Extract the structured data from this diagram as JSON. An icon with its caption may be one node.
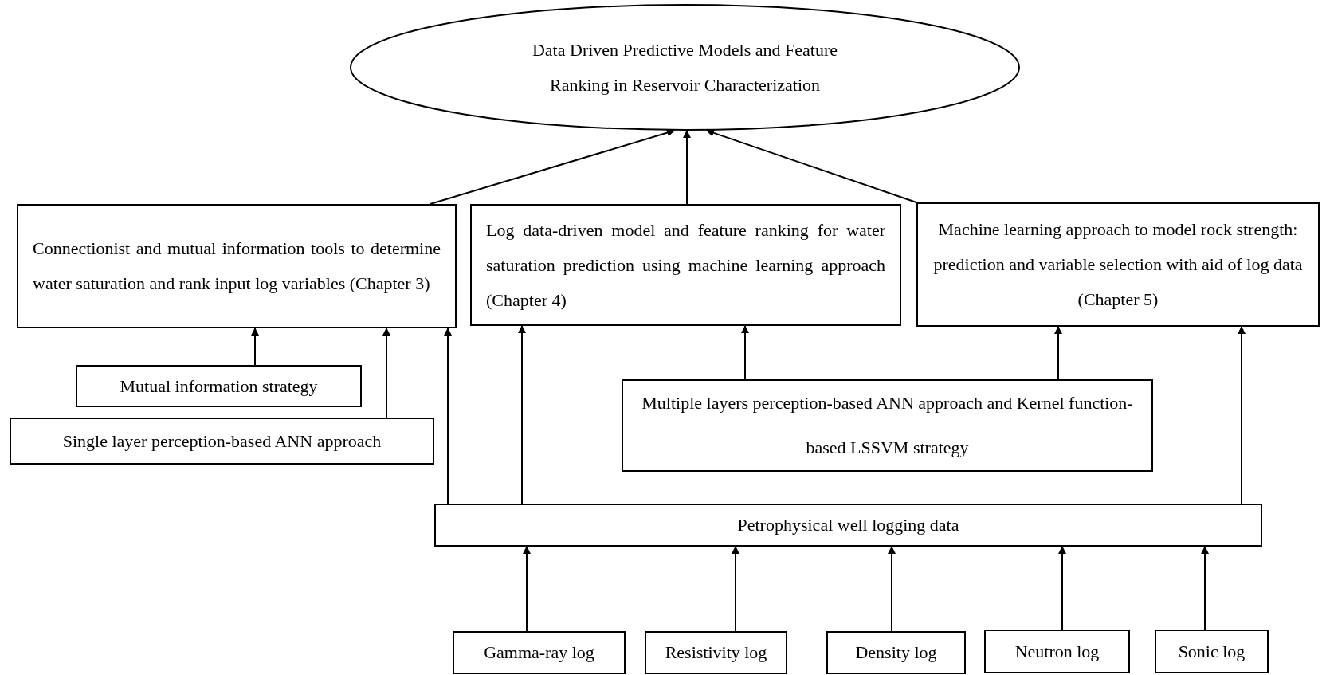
{
  "diagram": {
    "nodes": [
      {
        "text": [
          "Data Driven Predictive Models and Feature Ranking in Reservoir Characterization"
        ]
      },
      {
        "text": [
          "Connectionist and mutual information tools to determine water saturation and rank input log variables (Chapter 3)"
        ]
      },
      {
        "text": [
          "Log data-driven model and feature ranking for water saturation prediction using machine learning approach (Chapter 4)"
        ]
      },
      {
        "text": [
          "Machine learning approach to model rock strength: prediction and variable selection with aid of log data (Chapter 5)"
        ]
      },
      {
        "text": [
          "Mutual information strategy"
        ]
      },
      {
        "text": [
          "Single layer perception-based ANN approach"
        ]
      },
      {
        "text": [
          "Multiple layers perception-based ANN approach and Kernel function-based LSSVM strategy"
        ]
      },
      {
        "text": [
          "Petrophysical well logging data"
        ]
      },
      {
        "text": [
          "Gamma-ray log"
        ]
      },
      {
        "text": [
          "Resistivity log"
        ]
      },
      {
        "text": [
          "Density log"
        ]
      },
      {
        "text": [
          "Neutron log"
        ]
      },
      {
        "text": [
          "Sonic log"
        ]
      }
    ],
    "edges": [
      {
        "from": 1,
        "to": 0,
        "arrow": "to"
      },
      {
        "from": 2,
        "to": 0,
        "arrow": "to"
      },
      {
        "from": 3,
        "to": 0,
        "arrow": "to"
      },
      {
        "from": 4,
        "to": 1,
        "arrow": "to"
      },
      {
        "from": 5,
        "to": 1,
        "arrow": "to"
      },
      {
        "from": 7,
        "to": 1,
        "arrow": "to"
      },
      {
        "from": 7,
        "to": 2,
        "arrow": "to"
      },
      {
        "from": 6,
        "to": 2,
        "arrow": "to"
      },
      {
        "from": 6,
        "to": 3,
        "arrow": "to"
      },
      {
        "from": 7,
        "to": 3,
        "arrow": "to"
      },
      {
        "from": 8,
        "to": 7,
        "arrow": "to"
      },
      {
        "from": 9,
        "to": 7,
        "arrow": "to"
      },
      {
        "from": 10,
        "to": 7,
        "arrow": "to"
      },
      {
        "from": 11,
        "to": 7,
        "arrow": "to"
      },
      {
        "from": 12,
        "to": 7,
        "arrow": "to"
      }
    ]
  }
}
